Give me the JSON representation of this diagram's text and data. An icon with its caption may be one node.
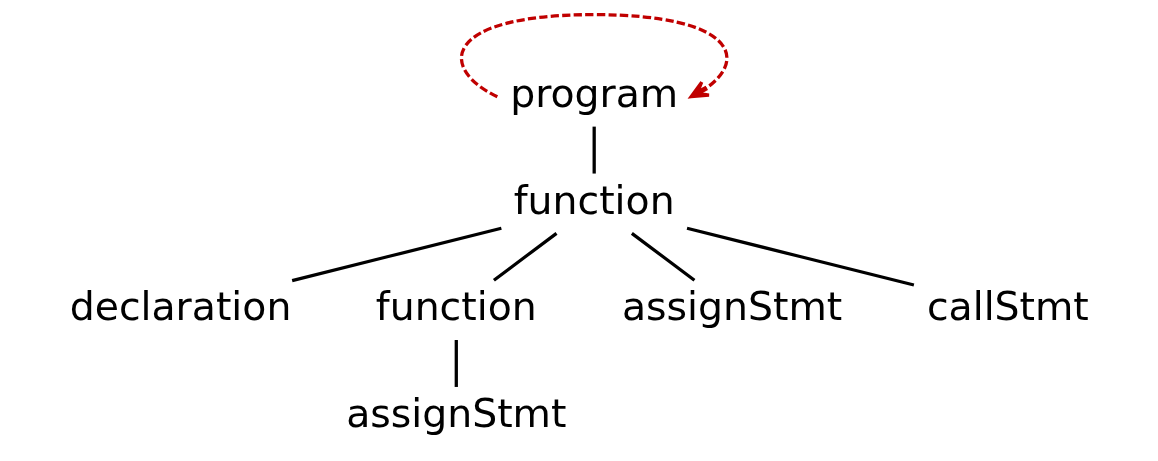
{
  "diagram": {
    "nodes": [
      {
        "text": [
          "program"
        ]
      },
      {
        "text": [
          "function"
        ]
      },
      {
        "text": [
          "declaration"
        ]
      },
      {
        "text": [
          "function"
        ]
      },
      {
        "text": [
          "assignStmt"
        ]
      },
      {
        "text": [
          "callStmt"
        ]
      },
      {
        "text": [
          "assignStmt"
        ]
      }
    ],
    "edges": [
      {
        "from": 0,
        "to": 1,
        "arrow": "none"
      },
      {
        "from": 1,
        "to": 2,
        "arrow": "none"
      },
      {
        "from": 1,
        "to": 3,
        "arrow": "none"
      },
      {
        "from": 1,
        "to": 4,
        "arrow": "none"
      },
      {
        "from": 1,
        "to": 5,
        "arrow": "none"
      },
      {
        "from": 3,
        "to": 6,
        "arrow": "none"
      },
      {
        "from": 0,
        "to": 0,
        "arrow": "to",
        "style": "dashed",
        "color": "#c00000"
      }
    ]
  }
}
